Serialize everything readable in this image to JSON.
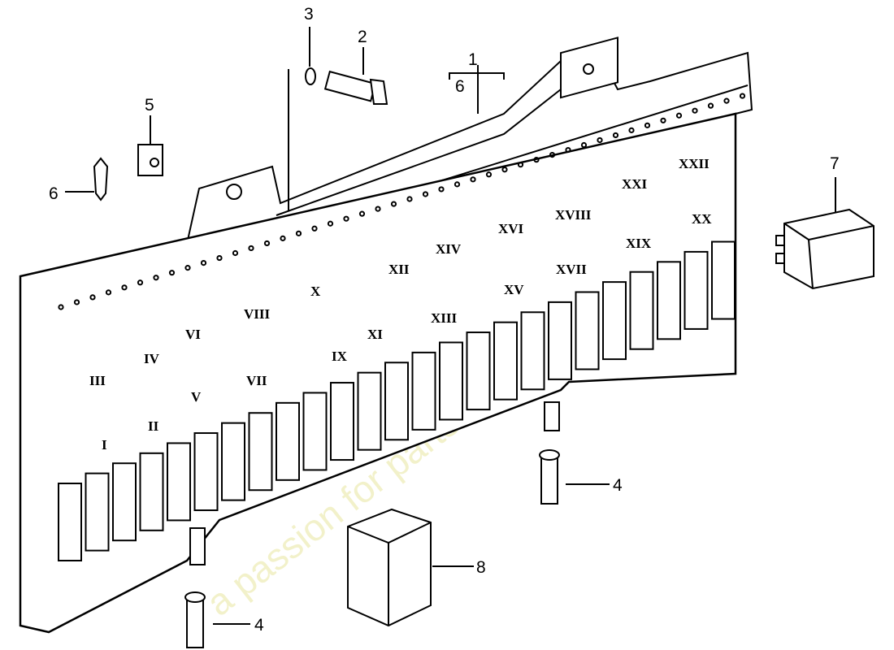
{
  "diagram": {
    "callouts": {
      "c1": "1",
      "c1_sub": "6",
      "c2": "2",
      "c3": "3",
      "c4a": "4",
      "c4b": "4",
      "c5": "5",
      "c6": "6",
      "c7": "7",
      "c8": "8"
    },
    "slot_numerals": [
      "I",
      "II",
      "III",
      "IV",
      "V",
      "VI",
      "VII",
      "VIII",
      "IX",
      "X",
      "XI",
      "XII",
      "XIII",
      "XIV",
      "XV",
      "XVI",
      "XVII",
      "XVIII",
      "XIX",
      "XX",
      "XXI",
      "XXII"
    ],
    "watermark": "a passion for parts since 1985",
    "colors": {
      "line": "#000000",
      "watermark": "#e9e6a0"
    }
  }
}
